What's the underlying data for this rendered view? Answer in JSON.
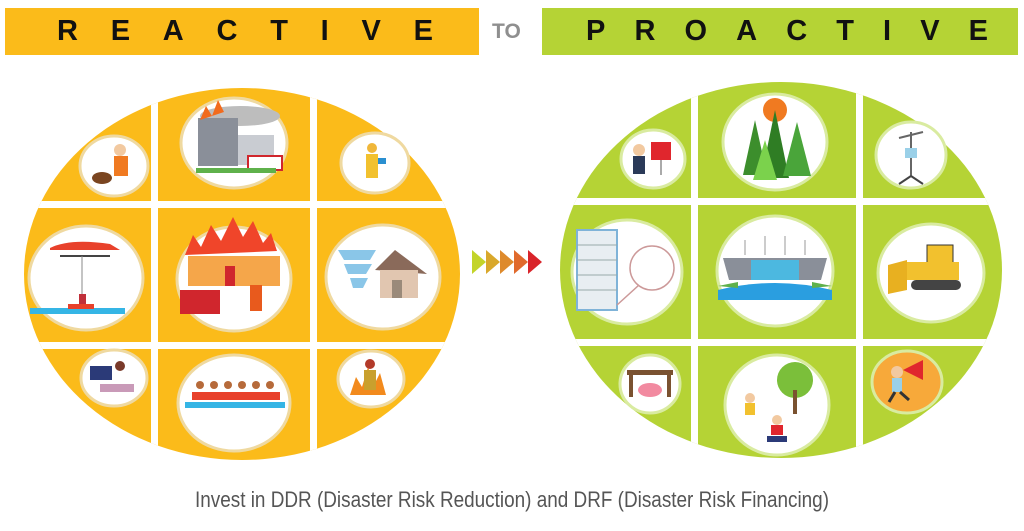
{
  "header": {
    "reactive_label": [
      "R",
      "E",
      "A",
      "C",
      "T",
      "I",
      "V",
      "E"
    ],
    "to_label": "TO",
    "proactive_label": [
      "P",
      "R",
      "O",
      "A",
      "C",
      "T",
      "I",
      "V",
      "E"
    ],
    "reactive_color": "#fbbb1a",
    "proactive_color": "#b5d335"
  },
  "reactive_disc": {
    "color": "#fbbb1a",
    "tiles": [
      {
        "position": "top-left",
        "icon": "firefighter-first-aid-icon"
      },
      {
        "position": "top-center",
        "icon": "burning-building-fire-truck-icon"
      },
      {
        "position": "top-right",
        "icon": "firefighter-rescue-child-icon"
      },
      {
        "position": "middle-left",
        "icon": "helicopter-water-rescue-icon"
      },
      {
        "position": "middle-center",
        "icon": "house-fire-firefighter-icon"
      },
      {
        "position": "middle-right",
        "icon": "tornado-house-icon"
      },
      {
        "position": "bottom-left",
        "icon": "cpr-rescue-icon"
      },
      {
        "position": "bottom-center",
        "icon": "rescue-boat-icon"
      },
      {
        "position": "bottom-right",
        "icon": "firefighter-in-flames-icon"
      }
    ]
  },
  "arrows": {
    "count": 5,
    "colors": [
      "#c3d42a",
      "#d9a82b",
      "#de8a2c",
      "#e06a2c",
      "#d9242a"
    ]
  },
  "proactive_disc": {
    "color": "#b5d335",
    "tiles": [
      {
        "position": "top-left",
        "icon": "presenter-training-icon"
      },
      {
        "position": "top-center",
        "icon": "forest-trees-icon"
      },
      {
        "position": "top-right",
        "icon": "weather-station-icon"
      },
      {
        "position": "middle-left",
        "icon": "building-structural-detail-icon"
      },
      {
        "position": "middle-center",
        "icon": "dam-wind-turbines-icon"
      },
      {
        "position": "middle-right",
        "icon": "bulldozer-icon"
      },
      {
        "position": "bottom-left",
        "icon": "duck-cover-table-icon"
      },
      {
        "position": "bottom-center",
        "icon": "children-planting-trees-icon"
      },
      {
        "position": "bottom-right",
        "icon": "megaphone-alert-icon"
      }
    ]
  },
  "caption": "Invest in DDR (Disaster Risk Reduction) and DRF (Disaster Risk Financing)"
}
